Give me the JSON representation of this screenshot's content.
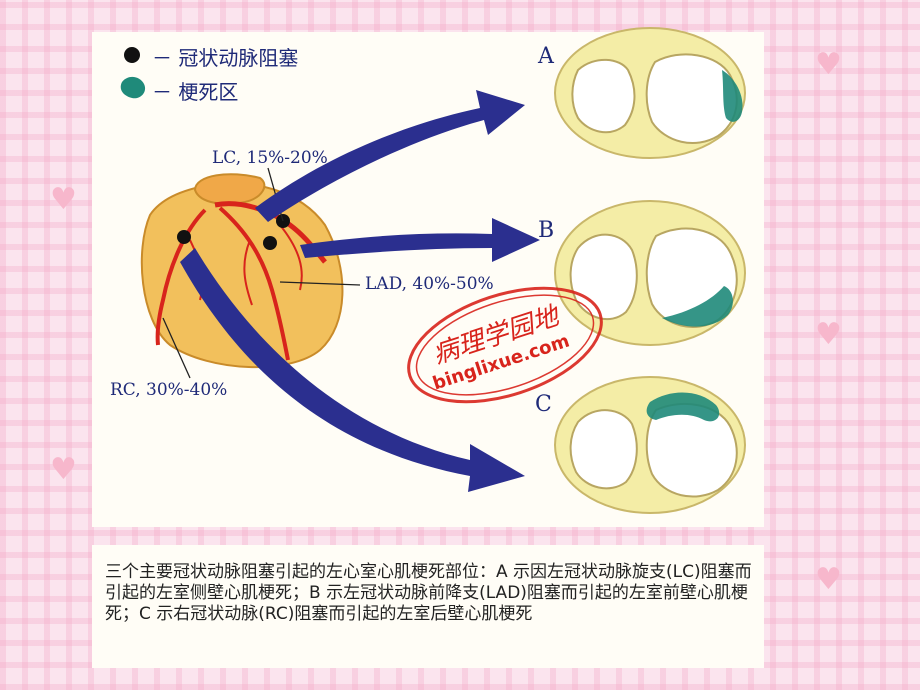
{
  "legend": {
    "occlusion": "－ 冠状动脉阻塞",
    "infarct": "－ 梗死区"
  },
  "labels": {
    "lc": "LC, 15%-20%",
    "lad": "LAD, 40%-50%",
    "rc": "RC, 30%-40%"
  },
  "panels": {
    "a": "A",
    "b": "B",
    "c": "C"
  },
  "watermark": {
    "cn": "病理学园地",
    "url": "binglixue.com"
  },
  "caption": "三个主要冠状动脉阻塞引起的左心室心肌梗死部位：A 示因左冠状动脉旋支(LC)阻塞而引起的左室侧壁心肌梗死；B 示左冠状动脉前降支(LAD)阻塞而引起的左室前壁心肌梗死；C 示右冠状动脉(RC)阻塞而引起的左室后壁心肌梗死",
  "colors": {
    "arrow": "#2b2f8f",
    "infarct": "#1f8a7a",
    "myocardium": "#f4eda6",
    "heart": "#f2c05c",
    "artery": "#d8241c",
    "text": "#1f2a78"
  }
}
